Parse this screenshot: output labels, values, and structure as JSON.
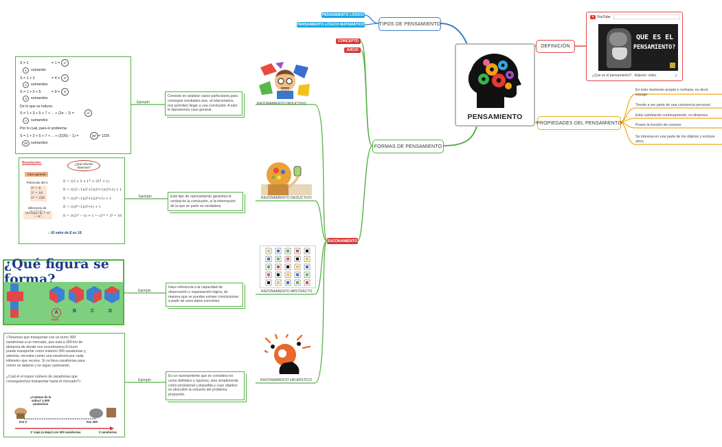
{
  "central": {
    "title": "PENSAMIENTO"
  },
  "topics": {
    "tipos": "TIPOS DE PENSAMIENTO",
    "definicion": "DEFINICIÓN",
    "propiedades": "PROPIEDADES DEL PENSAMIENTO",
    "formas": "FORMAS DE PENSAMIENTO"
  },
  "tags": {
    "logico": "PENSAMIENTO LÓGICO",
    "logico_matematico": "PENSAMIENTO LÓGICO MATEMÁTICO",
    "concepto": "CONCEPTO",
    "juicio": "JUICIO",
    "razonamiento": "RAZONAMIENTO"
  },
  "video": {
    "source": "YouTube",
    "caption": "¿Que es el pensamiento?.",
    "attachment": "Adjunto: video",
    "thumb_text_1": "QUE ES EL",
    "thumb_text_2": "PENSAMIENTO?"
  },
  "properties": [
    "En todo momento acepta o rechaza, es decir, escoge",
    "Tiende a ser parte de una conciencia personal",
    "Está cambiando continuamente, es dinámico",
    "Posee la función de conocer",
    "Se interesa en una parte de los objetos y excluye otros"
  ],
  "razonamientos": [
    {
      "label": "RAZONAMIENTO INDUCTIVO",
      "ejemplo": "Ejemplo",
      "desc": "Consiste en analizar casos particulares,para conseguir resultados que, al relacionarlos, nos permiten llegar a una conclusión. A esto lo llamaremos caso general."
    },
    {
      "label": "RAZONAMIENTO DEDUCTIVO",
      "ejemplo": "Ejemplo",
      "desc": "Este tipo de razonamiento garantiza la verdad de la conclusión, si la información de la que se parte es verdadera"
    },
    {
      "label": "RAZONAMIENTO ABSTRACTO",
      "ejemplo": "Ejemplo",
      "desc": "Hace referencia a la capacidad de observación y organización lógica, de manera que se puedan extraer conclusiones a partir de unos datos concretos."
    },
    {
      "label": "RAZONAMIENTO HEURÍSTICO",
      "ejemplo": "Ejemplo",
      "desc": "Es un razonamiento que se considera no como definitivo y riguroso, sino simplemente como provisional y plausible,y cuyo objetivo es descubrir la solución del problema propuesto."
    }
  ],
  "ex_inductivo": {
    "lines": [
      "S = 1",
      "sumando",
      "S = 1 + 3",
      "sumandos",
      "S = 1 + 3 + 5",
      "sumandos",
      "De lo que se induce:",
      "S = 1 + 3 + 5 + 7 + ... + (2n − 1) =",
      "sumandos",
      "Por lo cual, para el problema:",
      "S = 1 + 3 + 5 + 7 + ... + (2(35) − 1) =",
      "= 1225",
      "sumandos"
    ],
    "results": [
      "= 1 =",
      "= 4 =",
      "= 9 ="
    ],
    "powers": [
      "1²",
      "2²",
      "3²",
      "n²",
      "35²"
    ],
    "counts": [
      "1",
      "2",
      "3",
      "n",
      "35"
    ]
  },
  "ex_deductivo": {
    "title": "Resolución:",
    "bubble": "¿Qué relación observas?",
    "caso": "Caso general",
    "pot_title": "Potencias del 2",
    "pots": [
      "2⁴ = 4",
      "2³ = 16",
      "2⁸ = 256"
    ],
    "dif_title": "Diferencia de Cuadrados",
    "dif": "(a+b)(a−b) = a² − b²",
    "eqs": [
      "E = √(3 × 5 × 17 × 257 + 1)",
      "E = √((2²−1)(2²+1)(2⁴+1)(2⁸+1) + 1",
      "E = √((2⁴−1)(2⁴+1)(2⁸+1) + 1",
      "E = √((2⁸−1)(2⁸+1) + 1",
      "E = √((2¹⁶ − 1) + 1 = √2¹⁶ = 2⁴ = 16"
    ],
    "conclusion": "∴ El valor de E es 16."
  },
  "ex_abstracto": {
    "title": "¿Qué figura se forma?",
    "options": [
      "A",
      "B",
      "C",
      "D"
    ],
    "answer": "clave"
  },
  "ex_heuristico": {
    "text1": "«Tenemos que transportar con un burro 300 zanahorias a un mercado, que está a 300 km de distancia de donde nos encontramos.El burro puede transportar como máximo 300 zanahorias y, además, necesita comer una zanahoria por cada kilómetro que recorre. Si no lleva zanahorias para comer se detiene y no sigue caminando.",
    "text2": "¿Cuál el el mayor número de zanahorias que conseguiremos transportar hasta el mercado?»",
    "cloud": "¿Cuántas de lo sobra? y 600 zanahorias",
    "start": "Km 0",
    "end": "Km 300",
    "trip": "1º viaje (a dejar) con 300 zanahorias",
    "left": "0 zanahorias"
  },
  "colors": {
    "tipos": "#3c7ac7",
    "definicion": "#e04545",
    "propiedades": "#f0a818",
    "formas": "#52b043",
    "tag_blue": "#19a6e0",
    "tag_red": "#d93838"
  }
}
